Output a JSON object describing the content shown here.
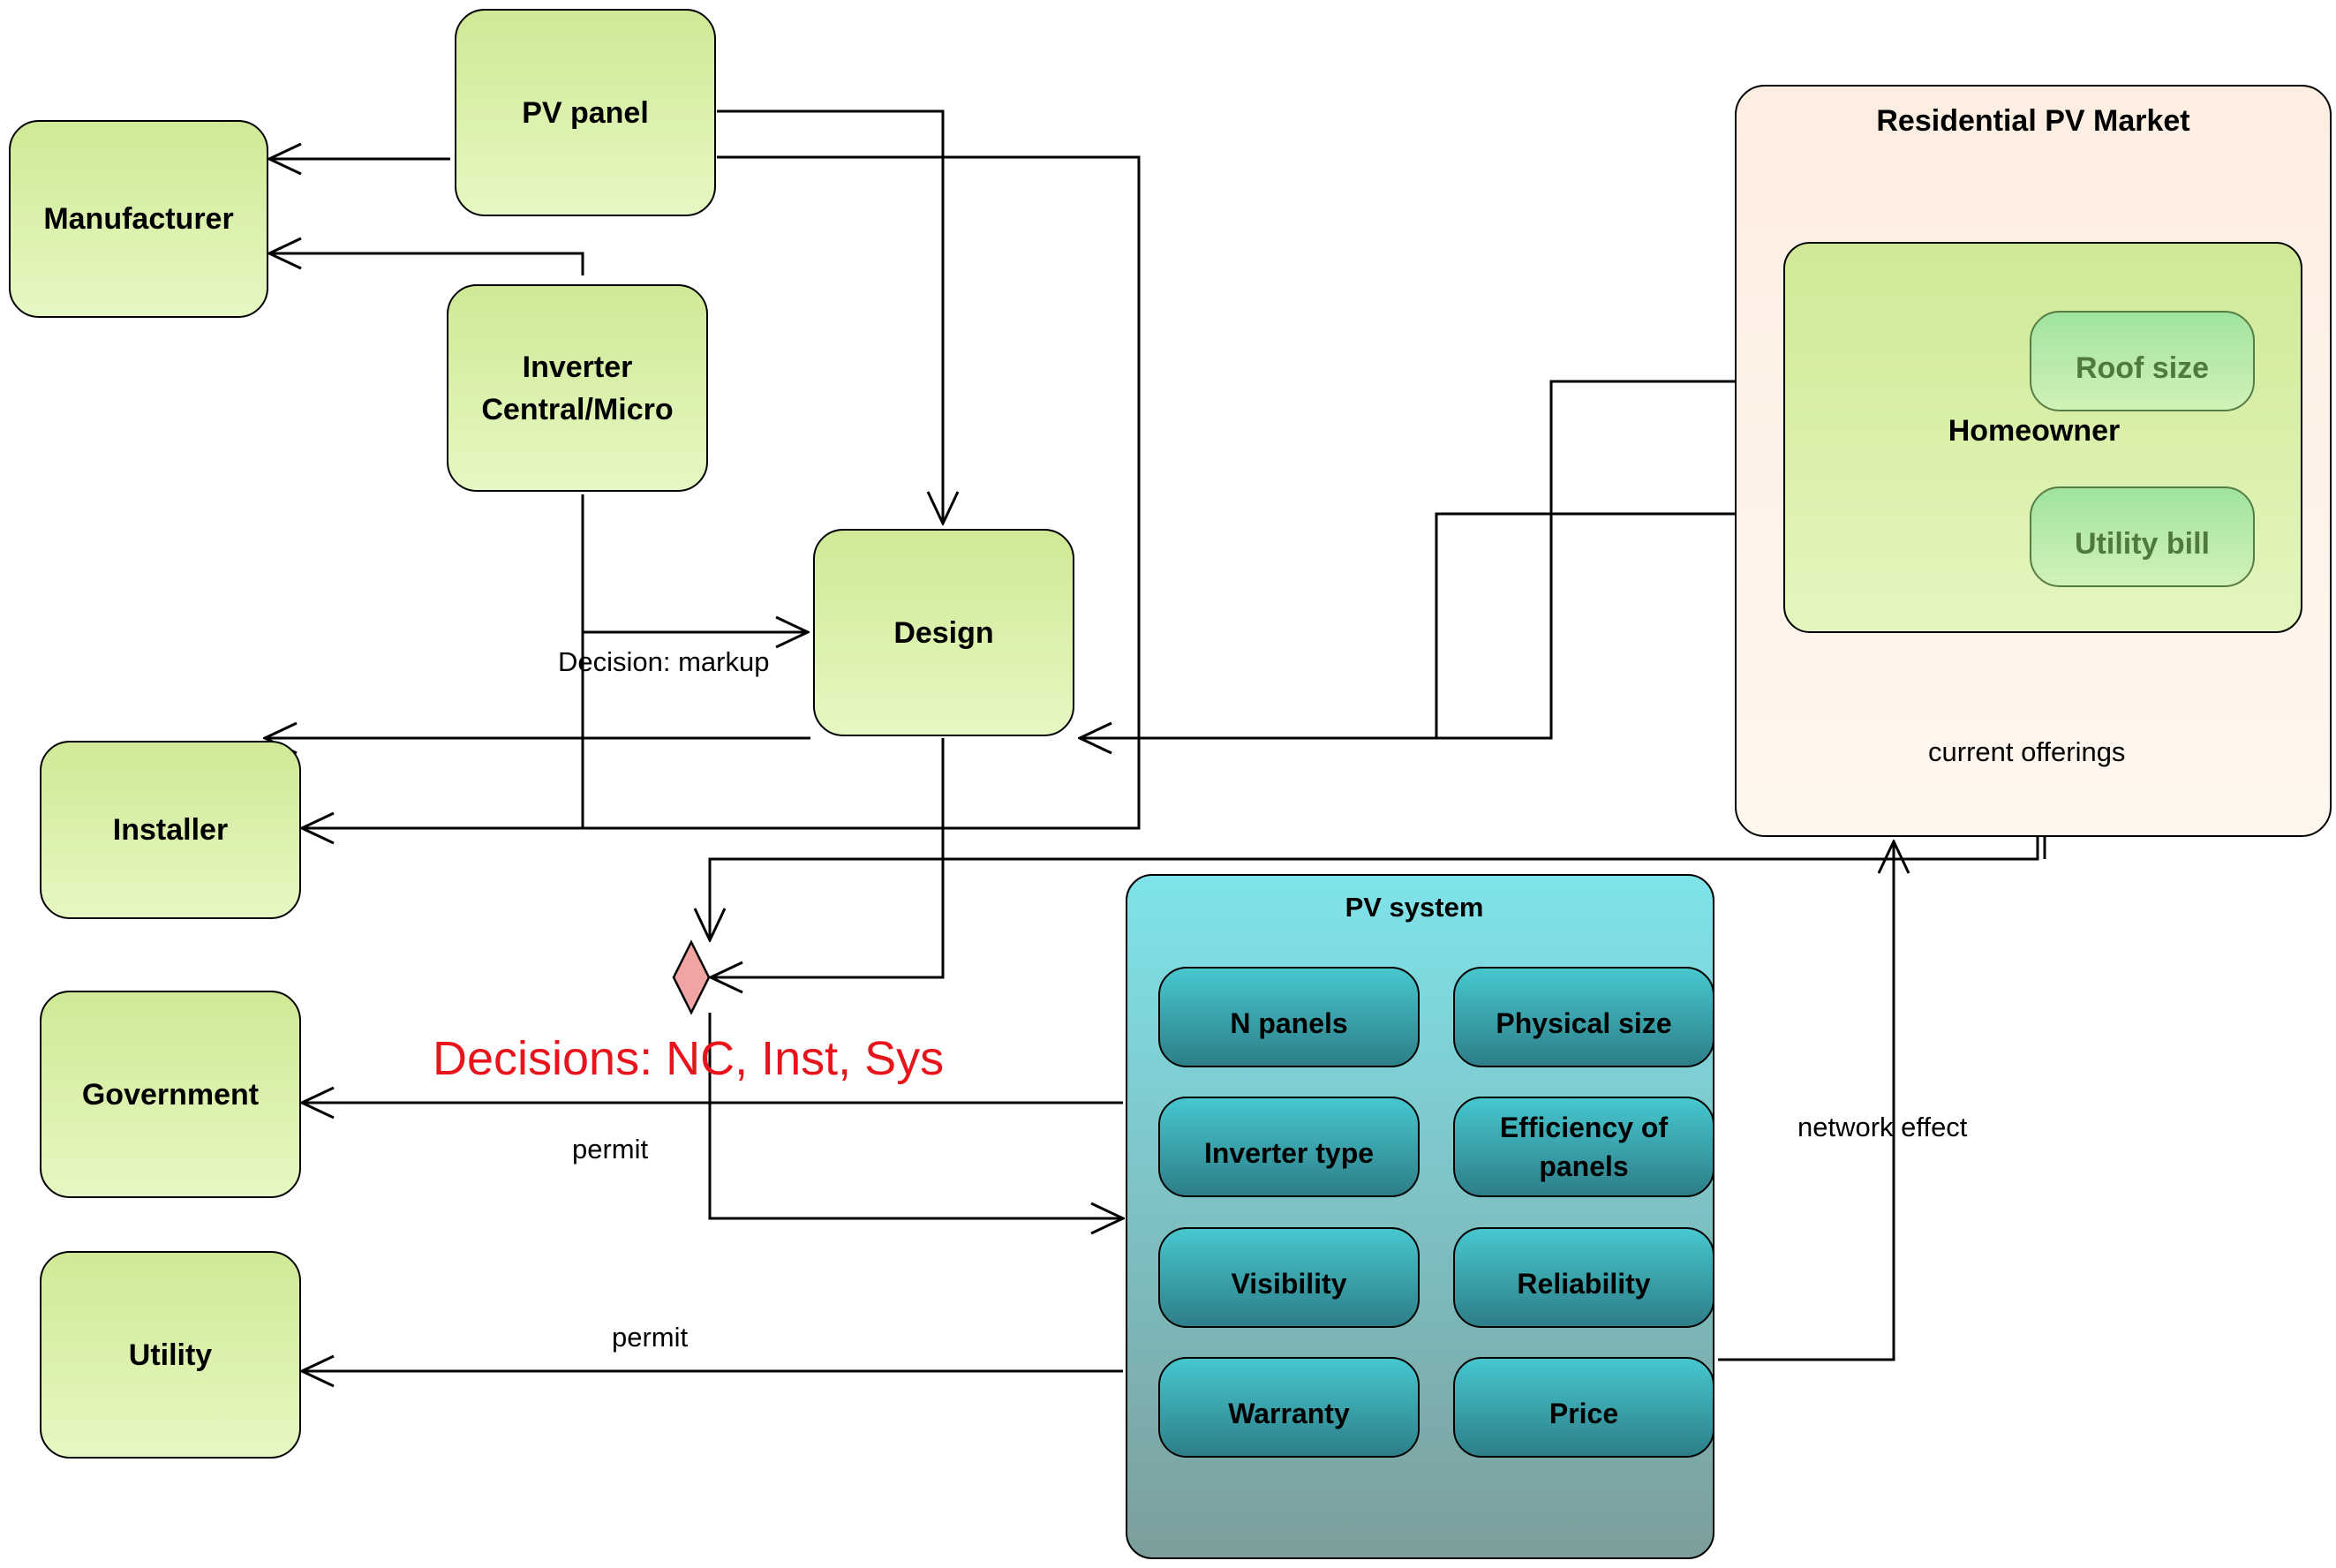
{
  "nodes": {
    "pv_panel": "PV panel",
    "manufacturer": "Manufacturer",
    "inverter": [
      "Inverter",
      "Central/Micro"
    ],
    "design": "Design",
    "installer": "Installer",
    "government": "Government",
    "utility": "Utility"
  },
  "market": {
    "title": "Residential PV Market",
    "homeowner": "Homeowner",
    "roof_size": "Roof size",
    "utility_bill": "Utility bill"
  },
  "pv_system": {
    "title": "PV system",
    "features": [
      "N panels",
      "Physical size",
      "Inverter type",
      [
        "Efficiency of",
        "panels"
      ],
      "Visibility",
      "Reliability",
      "Warranty",
      "Price"
    ]
  },
  "labels": {
    "decision_markup": "Decision: markup",
    "current_offerings": "current offerings",
    "decisions": "Decisions: NC, Inst, Sys",
    "permit_government": "permit",
    "permit_utility": "permit",
    "network_effect": "network effect"
  },
  "colors": {
    "decisions_text": "#e8141c",
    "node_fill": "#d8f0a8",
    "market_fill": "#fdf0e4",
    "pv_system_fill": "#7fe3ea",
    "feature_fill": "#3aa7b0",
    "decision_diamond": "#f2a3a3"
  }
}
